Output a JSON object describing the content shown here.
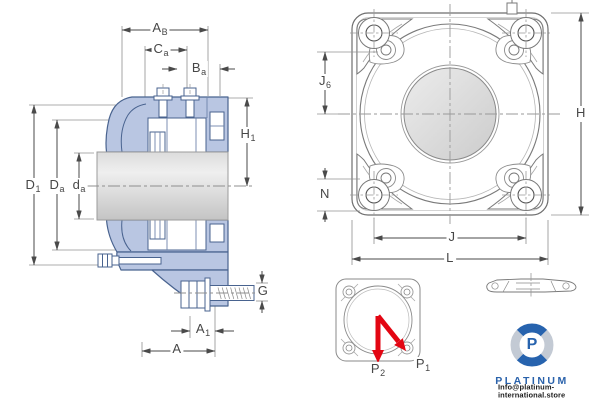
{
  "drawing": {
    "dimension_labels": {
      "ab": {
        "main": "A",
        "sub": "B"
      },
      "ca": {
        "main": "C",
        "sub": "a"
      },
      "ba": {
        "main": "B",
        "sub": "a"
      },
      "d1": {
        "main": "D",
        "sub": "1"
      },
      "da": {
        "main": "D",
        "sub": "a"
      },
      "dla": {
        "main": "d",
        "sub": "a"
      },
      "h1": {
        "main": "H",
        "sub": "1"
      },
      "g": {
        "main": "G",
        "sub": ""
      },
      "a1": {
        "main": "A",
        "sub": "1"
      },
      "a": {
        "main": "A",
        "sub": ""
      },
      "j6": {
        "main": "J",
        "sub": "6"
      },
      "h": {
        "main": "H",
        "sub": ""
      },
      "n": {
        "main": "N",
        "sub": ""
      },
      "j": {
        "main": "J",
        "sub": ""
      },
      "l": {
        "main": "L",
        "sub": ""
      }
    },
    "load_labels": {
      "p2": {
        "main": "P",
        "sub": "2"
      },
      "p1": {
        "main": "P",
        "sub": "1"
      }
    }
  },
  "logo": {
    "monogram": "P",
    "brand": "PLATINUM",
    "contact": "Info@platinum-international.store"
  },
  "colors": {
    "housing_fill": "#b9c6e2",
    "housing_outline": "#49638f",
    "dim_line": "#4a4a4a",
    "ext_line": "#909090",
    "load_arrow_red": "#e30613",
    "logo_blue": "#2763ae",
    "logo_gray": "#c3cad4"
  }
}
